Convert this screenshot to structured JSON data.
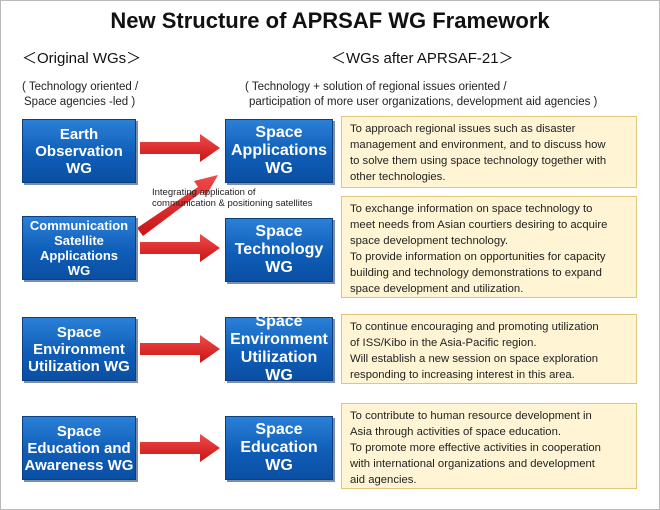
{
  "title": "New Structure of APRSAF WG Framework",
  "original_header": "＜Original WGs＞",
  "original_sub": [
    "( Technology oriented /",
    "Space agencies -led )"
  ],
  "after_header": "＜WGs after APRSAF-21＞",
  "after_sub": [
    "( Technology + solution of regional issues oriented /",
    "participation of more user organizations, development aid agencies )"
  ],
  "arrow_note": [
    "Integrating application of",
    "communication & positioning satellites"
  ],
  "colors": {
    "box_blue": "#0f5db8",
    "arrow_red": "#e02020",
    "desc_bg": "#fff4d4",
    "desc_border": "#e2c47c"
  },
  "rows": [
    {
      "original": [
        "Earth",
        "Observation",
        "WG"
      ],
      "new": [
        "Space",
        "Applications",
        "WG"
      ],
      "description": [
        "To approach regional issues such as disaster",
        "management and environment, and to discuss how",
        "to solve them using space technology together with",
        "other technologies."
      ]
    },
    {
      "original": [
        "Communication",
        "Satellite",
        "Applications",
        "WG"
      ],
      "new": [
        "Space",
        "Technology",
        "WG"
      ],
      "description": [
        "To exchange information on space technology to",
        "meet needs from Asian courtiers desiring to acquire",
        "space development technology.",
        "To provide information on opportunities for capacity",
        "building and technology demonstrations to expand",
        "space development and utilization."
      ]
    },
    {
      "original": [
        "Space",
        "Environment",
        "Utilization WG"
      ],
      "new": [
        "Space",
        "Environment",
        "Utilization WG"
      ],
      "description": [
        "To continue encouraging and promoting utilization",
        "of ISS/Kibo in the Asia-Pacific region.",
        "Will establish a new session on space exploration",
        "responding to increasing interest in this area."
      ]
    },
    {
      "original": [
        "Space",
        "Education and",
        "Awareness WG"
      ],
      "new": [
        "Space",
        "Education",
        "WG"
      ],
      "description": [
        "To contribute to human resource development  in",
        "Asia through activities of space education.",
        "To promote more effective activities in cooperation",
        "with international organizations and development",
        "aid agencies."
      ]
    }
  ]
}
